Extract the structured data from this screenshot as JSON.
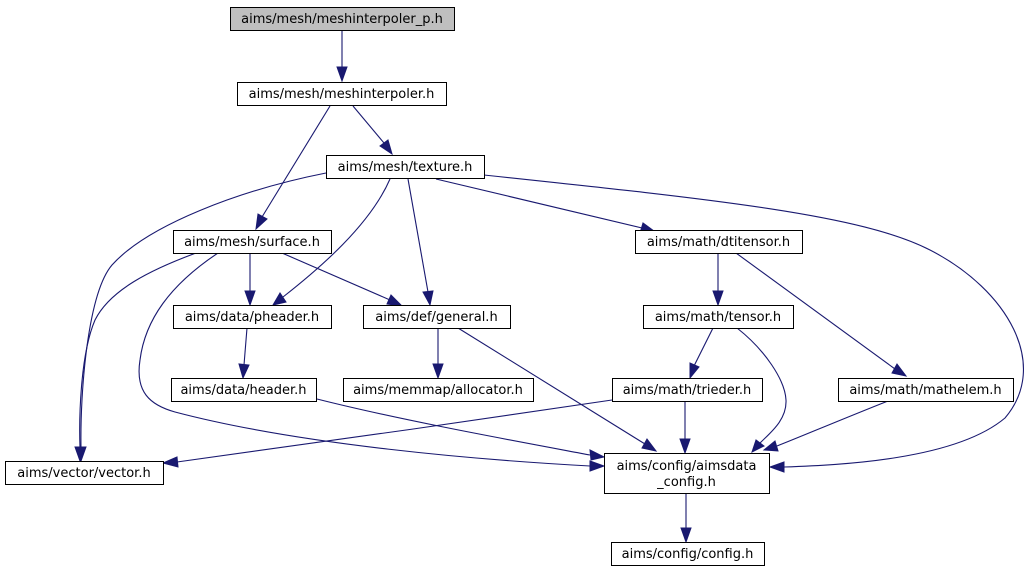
{
  "nodes": [
    {
      "id": "meshinterpoler_p",
      "label": "aims/mesh/meshinterpoler_p.h",
      "highlighted": true
    },
    {
      "id": "meshinterpoler",
      "label": "aims/mesh/meshinterpoler.h"
    },
    {
      "id": "texture",
      "label": "aims/mesh/texture.h"
    },
    {
      "id": "surface",
      "label": "aims/mesh/surface.h"
    },
    {
      "id": "dtitensor",
      "label": "aims/math/dtitensor.h"
    },
    {
      "id": "pheader",
      "label": "aims/data/pheader.h"
    },
    {
      "id": "general",
      "label": "aims/def/general.h"
    },
    {
      "id": "tensor",
      "label": "aims/math/tensor.h"
    },
    {
      "id": "header",
      "label": "aims/data/header.h"
    },
    {
      "id": "allocator",
      "label": "aims/memmap/allocator.h"
    },
    {
      "id": "trieder",
      "label": "aims/math/trieder.h"
    },
    {
      "id": "mathelem",
      "label": "aims/math/mathelem.h"
    },
    {
      "id": "vector",
      "label": "aims/vector/vector.h"
    },
    {
      "id": "aimsdata_config",
      "label": "aims/config/aimsdata",
      "label2": "_config.h"
    },
    {
      "id": "config",
      "label": "aims/config/config.h"
    }
  ],
  "edges": [
    [
      "meshinterpoler_p",
      "meshinterpoler"
    ],
    [
      "meshinterpoler",
      "texture"
    ],
    [
      "meshinterpoler",
      "surface"
    ],
    [
      "texture",
      "vector"
    ],
    [
      "texture",
      "pheader"
    ],
    [
      "texture",
      "general"
    ],
    [
      "texture",
      "dtitensor"
    ],
    [
      "texture",
      "aimsdata_config"
    ],
    [
      "surface",
      "pheader"
    ],
    [
      "surface",
      "general"
    ],
    [
      "surface",
      "vector"
    ],
    [
      "surface",
      "aimsdata_config"
    ],
    [
      "pheader",
      "header"
    ],
    [
      "general",
      "allocator"
    ],
    [
      "general",
      "aimsdata_config"
    ],
    [
      "dtitensor",
      "tensor"
    ],
    [
      "dtitensor",
      "mathelem"
    ],
    [
      "tensor",
      "trieder"
    ],
    [
      "tensor",
      "aimsdata_config"
    ],
    [
      "header",
      "aimsdata_config"
    ],
    [
      "trieder",
      "vector"
    ],
    [
      "trieder",
      "aimsdata_config"
    ],
    [
      "mathelem",
      "aimsdata_config"
    ],
    [
      "aimsdata_config",
      "config"
    ]
  ]
}
